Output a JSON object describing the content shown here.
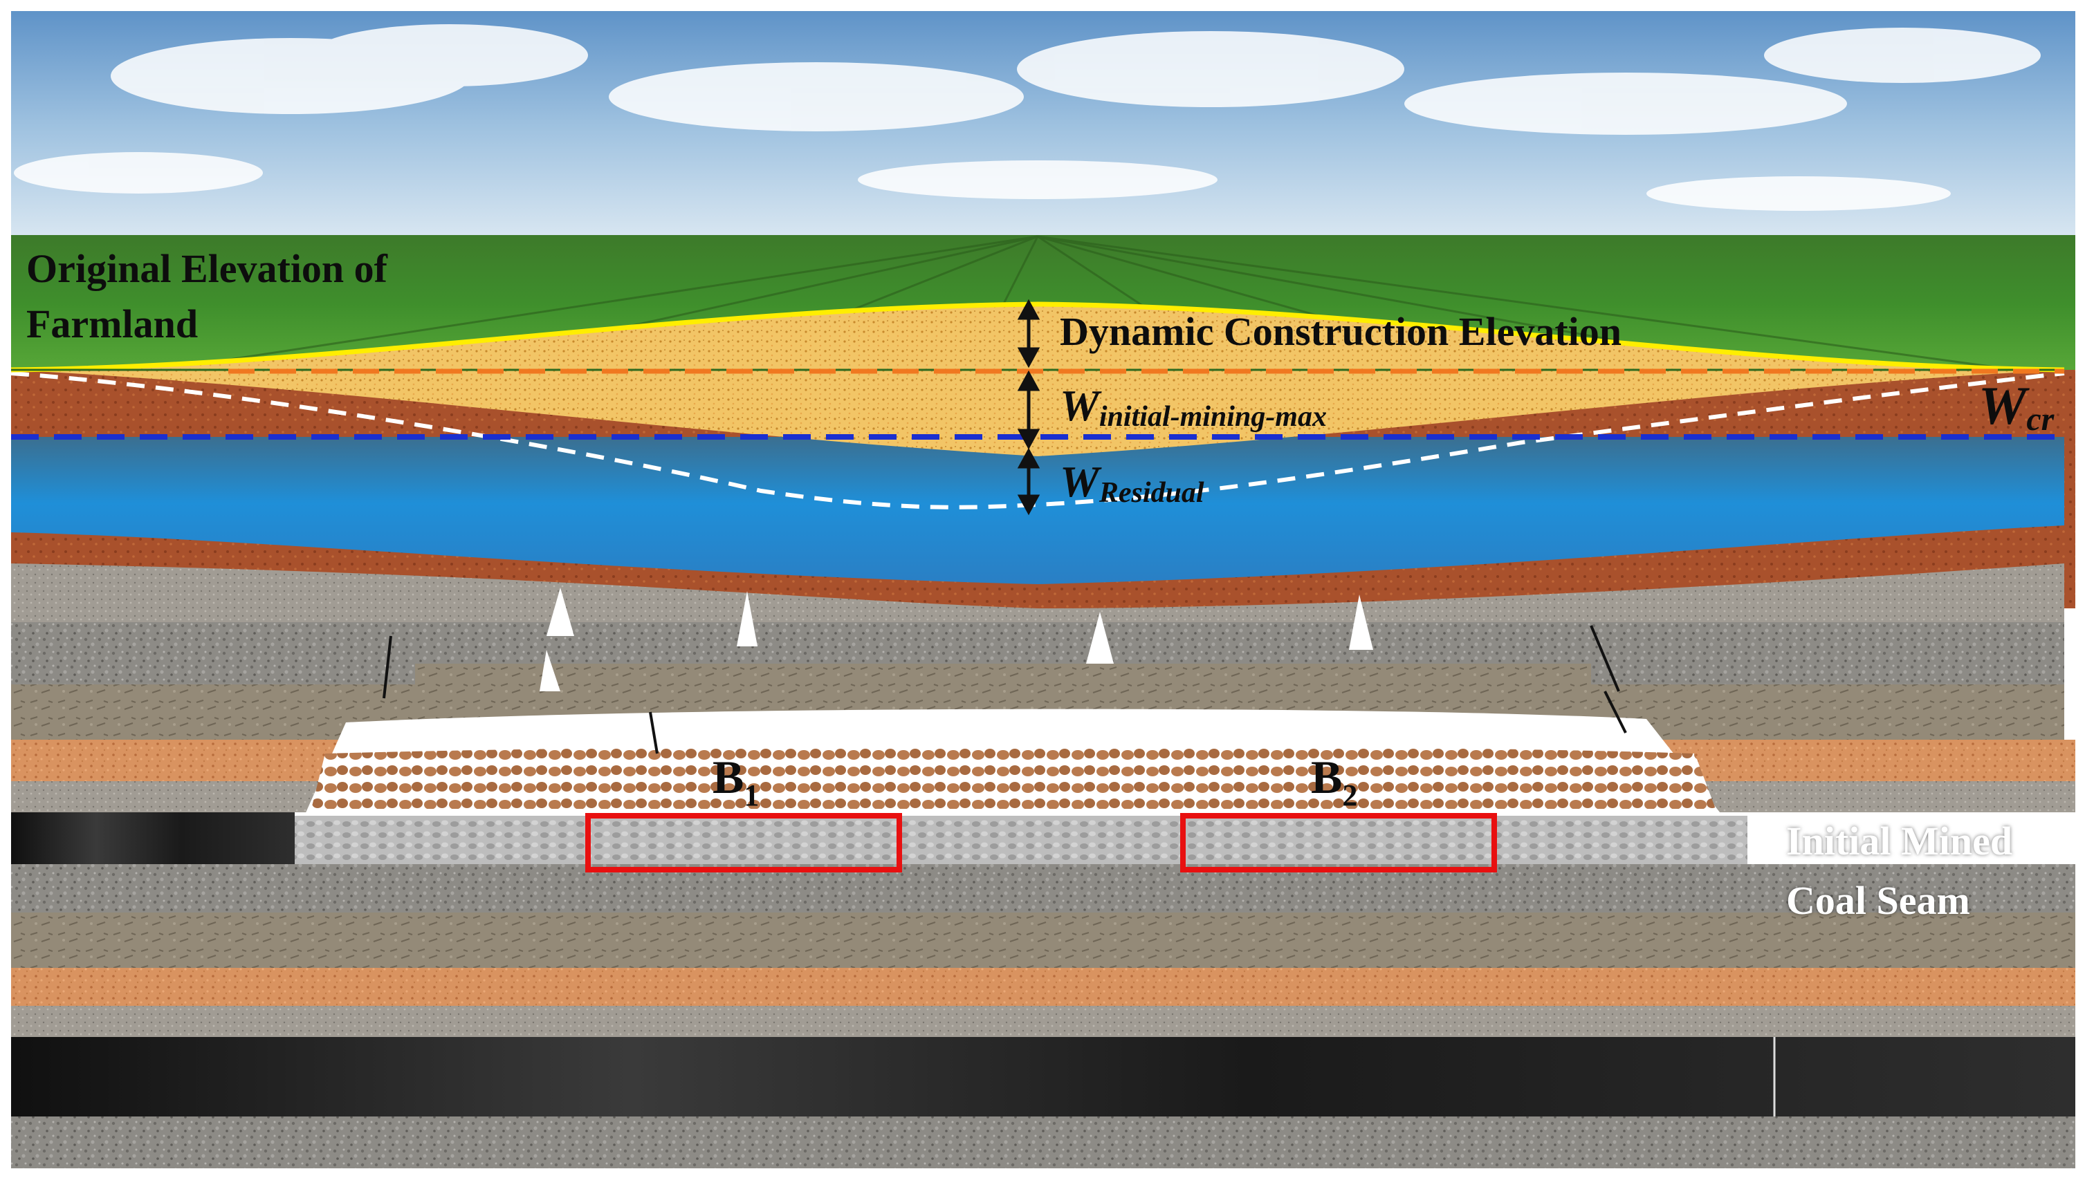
{
  "labels": {
    "original_elevation_line1": "Original Elevation of",
    "original_elevation_line2": "Farmland",
    "dynamic_construction": "Dynamic Construction Elevation",
    "w_initial_main": "W",
    "w_initial_sub": "initial-mining-max",
    "w_residual_main": "W",
    "w_residual_sub": "Residual",
    "w_cr_main": "W",
    "w_cr_sub": "cr",
    "b1_main": "B",
    "b1_sub": "1",
    "b2_main": "B",
    "b2_sub": "2",
    "initial_mined_line1": "Initial Mined",
    "initial_mined_line2": "Coal Seam"
  },
  "colors": {
    "fill_soil": "#f2c566",
    "yellow_line": "#ffee00",
    "orange_dash": "#f07820",
    "blue_dash": "#1a2fd0",
    "white_dash": "#ffffff",
    "highlight_box": "#e81010",
    "water": "#1d8fd6",
    "red_soil": "#a9512c",
    "coal": "#1c1c1c",
    "sand_orange": "#d99360",
    "gravel_grey": "#8c8a86",
    "siltstone": "#948a78"
  },
  "icons": [
    "double-arrow-icon"
  ]
}
